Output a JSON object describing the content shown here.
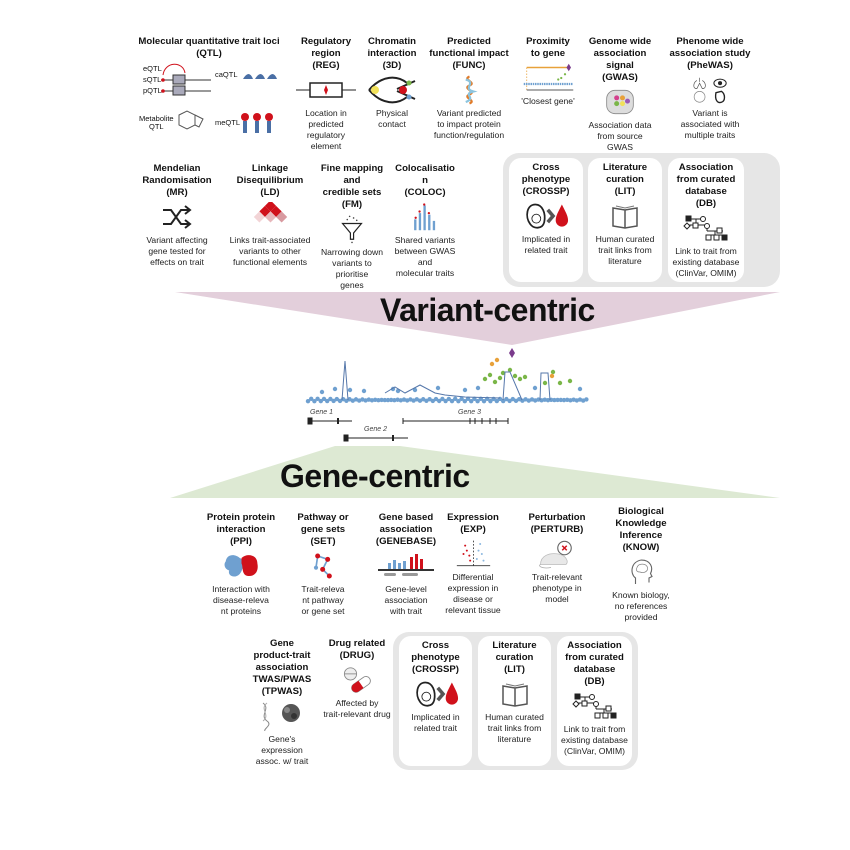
{
  "variant_centric": {
    "label": "Variant-centric",
    "row1": [
      {
        "id": "qtl",
        "title": "Molecular quantitative trait loci\n(QTL)",
        "desc": "",
        "icon": "qtl-icon",
        "sublabels": [
          "eQTL",
          "sQTL",
          "pQTL",
          "caQTL",
          "Metabolite\nQTL",
          "meQTL"
        ]
      },
      {
        "id": "reg",
        "title": "Regulatory\nregion\n(REG)",
        "desc": "Location in\npredicted\nregulatory\nelement",
        "icon": "regulatory-element-icon"
      },
      {
        "id": "3d",
        "title": "Chromatin\ninteraction\n(3D)",
        "desc": "Physical\ncontact",
        "icon": "chromatin-loop-icon"
      },
      {
        "id": "func",
        "title": "Predicted\nfunctional impact\n(FUNC)",
        "desc": "Variant predicted\nto impact protein\nfunction/regulation",
        "icon": "protein-structure-icon"
      },
      {
        "id": "prox",
        "title": "Proximity\nto gene",
        "desc": "'Closest gene'",
        "icon": "proximity-plot-icon"
      },
      {
        "id": "gwas",
        "title": "Genome wide\nassociation\nsignal\n(GWAS)",
        "desc": "Association data\nfrom source\nGWAS",
        "icon": "gwas-database-icon"
      },
      {
        "id": "phewas",
        "title": "Phenome wide\nassociation study\n(PheWAS)",
        "desc": "Variant is\nassociated with\nmultiple traits",
        "icon": "organs-icon"
      }
    ],
    "row2": [
      {
        "id": "mr",
        "title": "Mendelian\nRandomisation\n(MR)",
        "desc": "Variant affecting\ngene tested for\neffects on trait",
        "icon": "shuffle-icon"
      },
      {
        "id": "ld",
        "title": "Linkage\nDisequilibrium\n(LD)",
        "desc": "Links trait-associated\nvariants to other\nfunctional elements",
        "icon": "ld-heatmap-icon"
      },
      {
        "id": "fm",
        "title": "Fine mapping and\ncredible sets\n(FM)",
        "desc": "Narrowing down\nvariants to prioritise\ngenes",
        "icon": "funnel-icon"
      },
      {
        "id": "coloc",
        "title": "Colocalisatio\nn\n(COLOC)",
        "desc": "Shared variants\nbetween GWAS and\nmolecular traits",
        "icon": "coloc-plot-icon"
      },
      {
        "id": "crossp",
        "title": "Cross\nphenotype\n(CROSSP)",
        "desc": "Implicated in\nrelated trait",
        "icon": "heart-blood-icon"
      },
      {
        "id": "lit",
        "title": "Literature\ncuration\n(LIT)",
        "desc": "Human curated\ntrait links from\nliterature",
        "icon": "book-icon"
      },
      {
        "id": "db",
        "title": "Association\nfrom curated\ndatabase\n(DB)",
        "desc": "Link to trait from\nexisting database\n(ClinVar, OMIM)",
        "icon": "pedigree-icon"
      }
    ]
  },
  "locus_plot": {
    "genes": [
      "Gene 1",
      "Gene 2",
      "Gene 3"
    ]
  },
  "gene_centric": {
    "label": "Gene-centric",
    "row3": [
      {
        "id": "ppi",
        "title": "Protein protein\ninteraction\n(PPI)",
        "desc": "Interaction with\ndisease-releva\nnt proteins",
        "icon": "protein-interaction-icon"
      },
      {
        "id": "set",
        "title": "Pathway or\ngene sets\n(SET)",
        "desc": "Trait-releva\nnt pathway\nor gene set",
        "icon": "pathway-network-icon"
      },
      {
        "id": "genebase",
        "title": "Gene based\nassociation\n(GENEBASE)",
        "desc": "Gene-level\nassociation\nwith trait",
        "icon": "gene-association-icon"
      },
      {
        "id": "exp",
        "title": "Expression\n(EXP)",
        "desc": "Differential\nexpression in\ndisease or\nrelevant tissue",
        "icon": "volcano-plot-icon"
      },
      {
        "id": "perturb",
        "title": "Perturbation\n(PERTURB)",
        "desc": "Trait-relevant\nphenotype in\nmodel",
        "icon": "mouse-icon"
      },
      {
        "id": "know",
        "title": "Biological\nKnowledge\nInference\n(KNOW)",
        "desc": "Known biology,\nno references\nprovided",
        "icon": "brain-head-icon"
      }
    ],
    "row4": [
      {
        "id": "tpwas",
        "title": "Gene\nproduct-trait\nassociation\nTWAS/PWAS\n(TPWAS)",
        "desc": "Gene's\nexpression\nassoc. w/ trait",
        "icon": "dna-protein-icon"
      },
      {
        "id": "drug",
        "title": "Drug related\n(DRUG)",
        "desc": "Affected by\ntrait-relevant drug",
        "icon": "pill-icon"
      },
      {
        "id": "crossp2",
        "title": "Cross\nphenotype\n(CROSSP)",
        "desc": "Implicated in\nrelated trait",
        "icon": "heart-blood-icon"
      },
      {
        "id": "lit2",
        "title": "Literature\ncuration\n(LIT)",
        "desc": "Human curated\ntrait links from\nliterature",
        "icon": "book-icon"
      },
      {
        "id": "db2",
        "title": "Association\nfrom curated\ndatabase\n(DB)",
        "desc": "Link to trait from\nexisting database\n(ClinVar, OMIM)",
        "icon": "pedigree-icon"
      }
    ]
  },
  "colors": {
    "variant_band": "#e3cfdb",
    "gene_band": "#dde9d3",
    "group_bg": "#e6e6e6",
    "accent_red": "#d0111b",
    "blue": "#6fa0d0",
    "green": "#7ab648",
    "orange": "#e8a13a",
    "purple": "#7a3b8c"
  }
}
